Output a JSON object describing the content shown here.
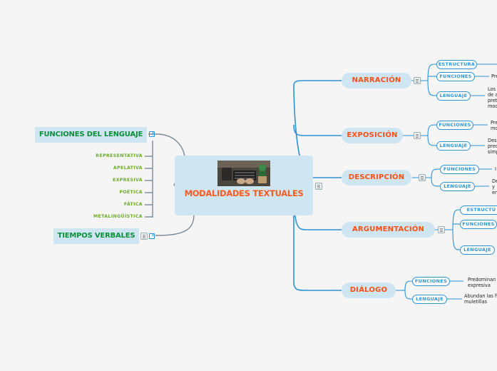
{
  "central": {
    "title": "MODALIDADES TEXTUALES"
  },
  "left": {
    "funciones_title": "FUNCIONES DEL LENGUAJE",
    "funciones_items": [
      "REPRESENTATIVA",
      "APELATIVA",
      "EXPRESIVA",
      "POÉTICA",
      "FÁTICA",
      "METALINGÜÍSTICA"
    ],
    "tiempos_title": "TIEMPOS VERBALES"
  },
  "right": {
    "narracion": {
      "label": "NARRACIÓN",
      "estructura": "ESTRUCTURA",
      "funciones": "FUNCIONES",
      "funciones_text": "Pre",
      "lenguaje": "LENGUAJE",
      "lenguaje_text": [
        "Los",
        "de a",
        "pret",
        "mod"
      ]
    },
    "exposicion": {
      "label": "EXPOSICIÓN",
      "funciones": "FUNCIONES",
      "funciones_text": [
        "Pre",
        "mo"
      ],
      "lenguaje": "LENGUAJE",
      "lenguaje_text": [
        "Des",
        "pred",
        "simp"
      ]
    },
    "descripcion": {
      "label": "DESCRIPCIÓN",
      "funciones": "FUNCIONES",
      "funciones_text": "I",
      "lenguaje": "LENGUAJE",
      "lenguaje_text": [
        "De",
        "y",
        "en"
      ]
    },
    "argumentacion": {
      "label": "ARGUMENTACIÓN",
      "estructura": "ESTRUCTU",
      "funciones": "FUNCIONES",
      "lenguaje": "LENGUAJE"
    },
    "dialogo": {
      "label": "DIÁLOGO",
      "funciones": "FUNCIONES",
      "funciones_text": [
        "Predominan",
        "expresiva"
      ],
      "lenguaje": "LENGUAJE",
      "lenguaje_text": [
        "Abundan las fi",
        "muletillas"
      ]
    }
  },
  "colors": {
    "branch": "#2e92d6",
    "leftline": "#7d8a96",
    "topic": "#ff4f14",
    "green": "#0a8f3b",
    "lightgreen": "#6aaa2a",
    "pill_bg": "#cfe6f2"
  }
}
